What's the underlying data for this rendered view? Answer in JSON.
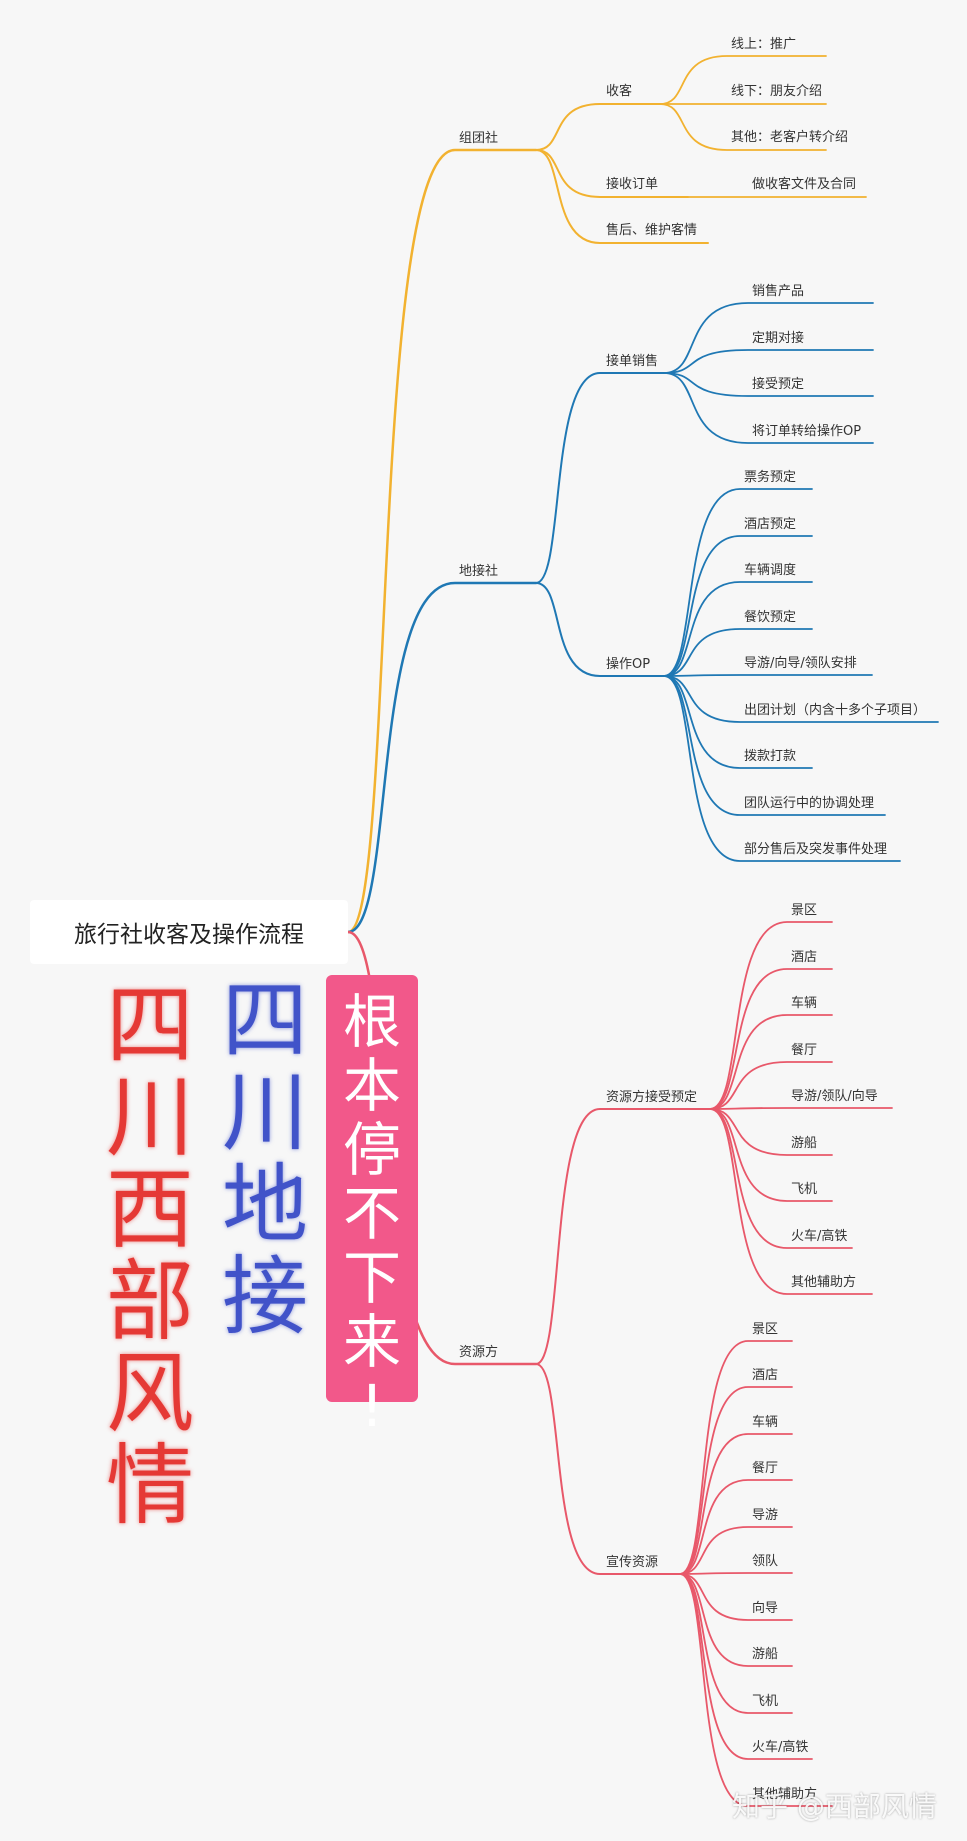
{
  "root": "旅行社收客及操作流程",
  "colors": {
    "yellow": "#f2b230",
    "blue": "#1f78b4",
    "red": "#e8586a"
  },
  "branches": {
    "zutuan": {
      "label": "组团社",
      "shouke": {
        "label": "收客",
        "items": [
          "线上：推广",
          "线下：朋友介绍",
          "其他：老客户转介绍"
        ]
      },
      "jieshou": {
        "label": "接收订单",
        "item": "做收客文件及合同"
      },
      "shouhou": {
        "label": "售后、维护客情"
      }
    },
    "dijie": {
      "label": "地接社",
      "xiaoshou": {
        "label": "接单销售",
        "items": [
          "销售产品",
          "定期对接",
          "接受预定",
          "将订单转给操作OP"
        ]
      },
      "op": {
        "label": "操作OP",
        "items": [
          "票务预定",
          "酒店预定",
          "车辆调度",
          "餐饮预定",
          "导游/向导/领队安排",
          "出团计划（内含十多个子项目）",
          "拨款打款",
          "团队运行中的协调处理",
          "部分售后及突发事件处理"
        ]
      }
    },
    "ziyuan": {
      "label": "资源方",
      "yuding": {
        "label": "资源方接受预定",
        "items": [
          "景区",
          "酒店",
          "车辆",
          "餐厅",
          "导游/领队/向导",
          "游船",
          "飞机",
          "火车/高铁",
          "其他辅助方"
        ]
      },
      "xuanchuan": {
        "label": "宣传资源",
        "items": [
          "景区",
          "酒店",
          "车辆",
          "餐厅",
          "导游",
          "领队",
          "向导",
          "游船",
          "飞机",
          "火车/高铁",
          "其他辅助方"
        ]
      }
    }
  },
  "overlay": {
    "red_text": [
      "四",
      "川",
      "西",
      "部",
      "风",
      "情"
    ],
    "blue_text": [
      "四",
      "川",
      "地",
      "接"
    ],
    "banner_text": [
      "根",
      "本",
      "停",
      "不",
      "下",
      "来",
      "!"
    ],
    "watermark": "知乎 @西部风情"
  }
}
